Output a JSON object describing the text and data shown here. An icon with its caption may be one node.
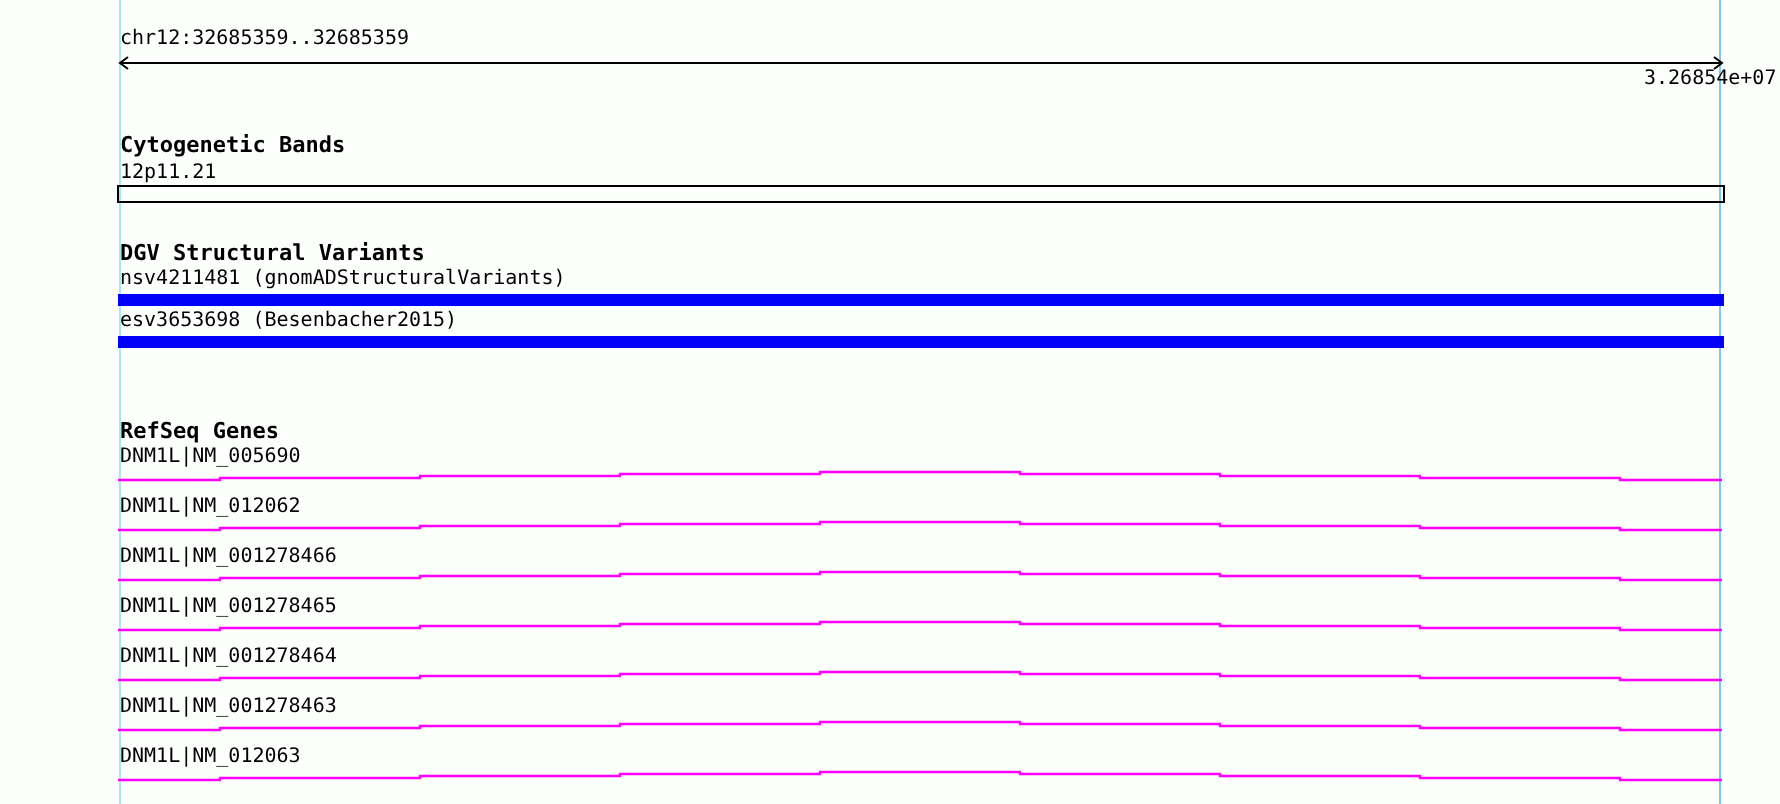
{
  "diagram": {
    "labels": [
      "chr12:32685359..32685359",
      "3.26854e+07",
      "Cytogenetic Bands",
      "12p11.21",
      "DGV Structural Variants",
      "nsv4211481 (gnomADStructuralVariants)",
      "esv3653698 (Besenbacher2015)",
      "RefSeq Genes",
      "DNM1L|NM_005690",
      "DNM1L|NM_012062",
      "DNM1L|NM_001278466",
      "DNM1L|NM_001278465",
      "DNM1L|NM_001278464",
      "DNM1L|NM_001278463",
      "DNM1L|NM_012063"
    ]
  }
}
